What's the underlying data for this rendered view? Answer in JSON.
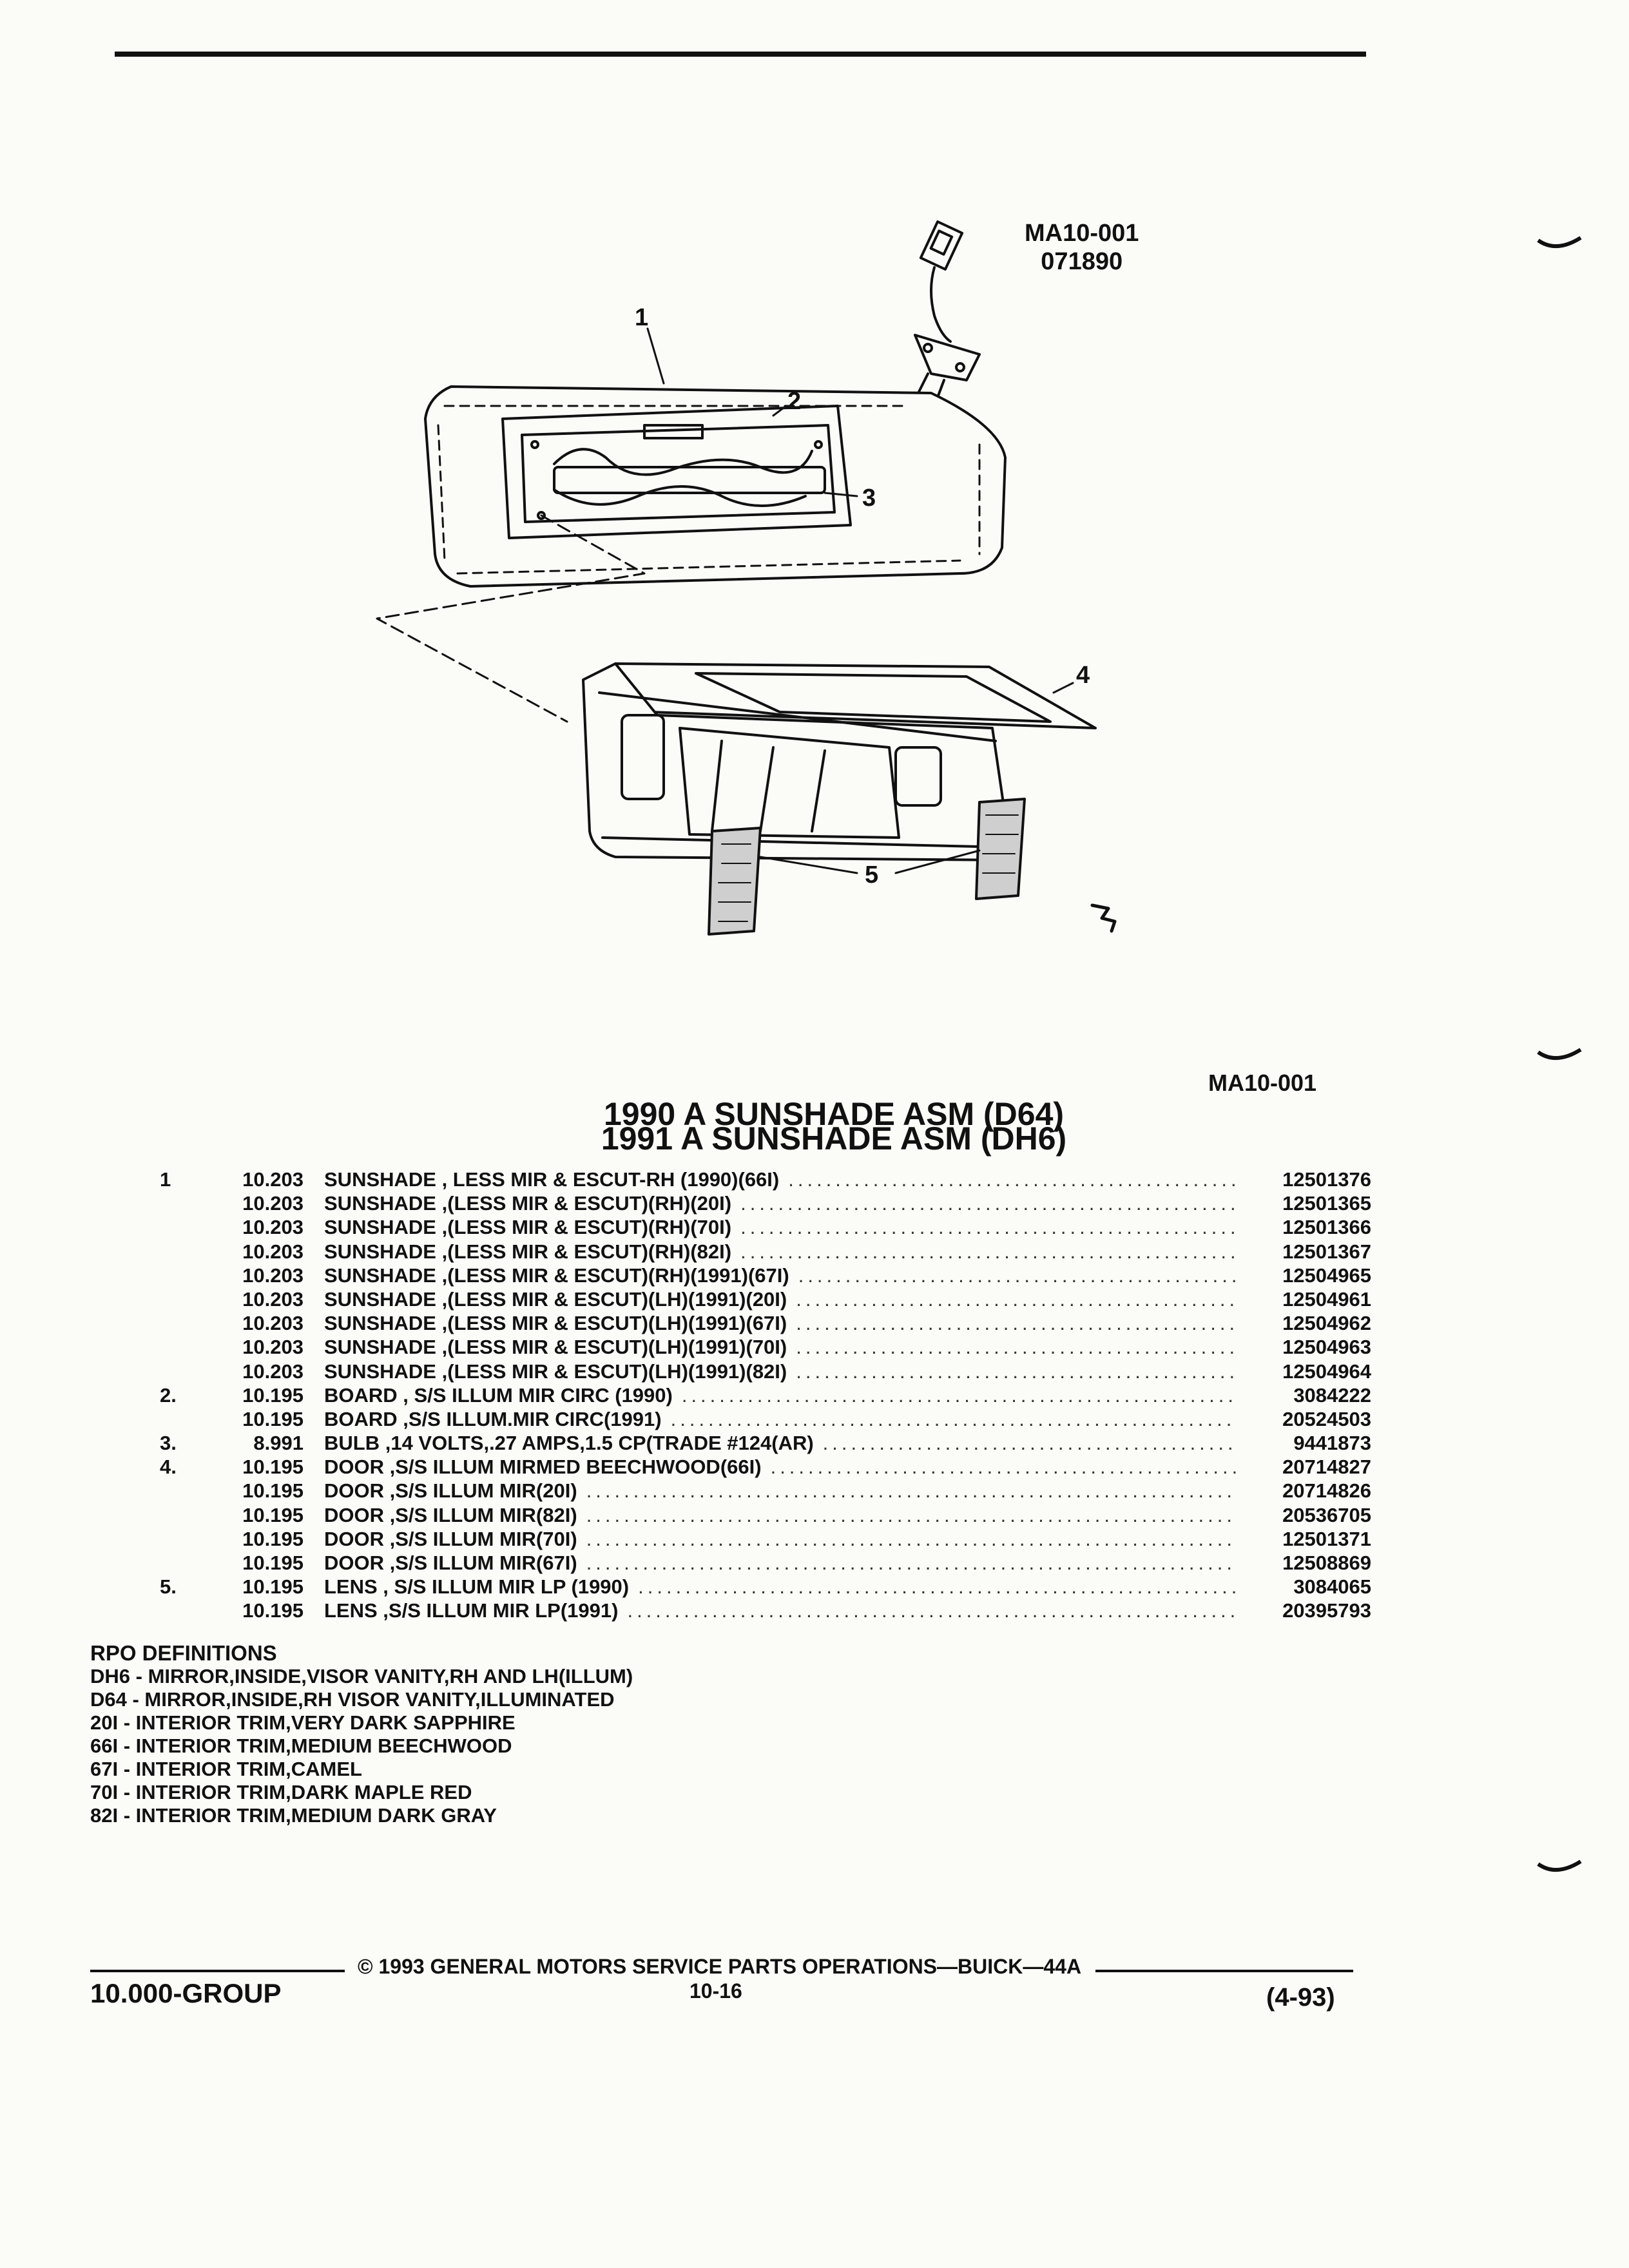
{
  "figure": {
    "code": "MA10-001",
    "date_code": "071890",
    "ref": "MA10-001",
    "callouts": [
      "1",
      "2",
      "3",
      "4",
      "5"
    ]
  },
  "titles": [
    "1990 A SUNSHADE ASM (D64)",
    "1991 A SUNSHADE ASM (DH6)"
  ],
  "parts": [
    {
      "item": "1",
      "group": "10.203",
      "desc": "SUNSHADE , LESS MIR & ESCUT-RH (1990)(66I)",
      "pn": "12501376"
    },
    {
      "item": "",
      "group": "10.203",
      "desc": "SUNSHADE ,(LESS MIR & ESCUT)(RH)(20I)",
      "pn": "12501365"
    },
    {
      "item": "",
      "group": "10.203",
      "desc": "SUNSHADE ,(LESS MIR & ESCUT)(RH)(70I)",
      "pn": "12501366"
    },
    {
      "item": "",
      "group": "10.203",
      "desc": "SUNSHADE ,(LESS MIR & ESCUT)(RH)(82I)",
      "pn": "12501367"
    },
    {
      "item": "",
      "group": "10.203",
      "desc": "SUNSHADE ,(LESS MIR & ESCUT)(RH)(1991)(67I)",
      "pn": "12504965"
    },
    {
      "item": "",
      "group": "10.203",
      "desc": "SUNSHADE ,(LESS MIR & ESCUT)(LH)(1991)(20I)",
      "pn": "12504961"
    },
    {
      "item": "",
      "group": "10.203",
      "desc": "SUNSHADE ,(LESS MIR & ESCUT)(LH)(1991)(67I)",
      "pn": "12504962"
    },
    {
      "item": "",
      "group": "10.203",
      "desc": "SUNSHADE ,(LESS MIR & ESCUT)(LH)(1991)(70I)",
      "pn": "12504963"
    },
    {
      "item": "",
      "group": "10.203",
      "desc": "SUNSHADE ,(LESS MIR & ESCUT)(LH)(1991)(82I)",
      "pn": "12504964"
    },
    {
      "item": "2.",
      "group": "10.195",
      "desc": "BOARD , S/S ILLUM MIR CIRC (1990)",
      "pn": "3084222"
    },
    {
      "item": "",
      "group": "10.195",
      "desc": "BOARD ,S/S ILLUM.MIR CIRC(1991)",
      "pn": "20524503"
    },
    {
      "item": "3.",
      "group": "8.991",
      "desc": "BULB ,14 VOLTS,.27 AMPS,1.5 CP(TRADE #124(AR)",
      "pn": "9441873"
    },
    {
      "item": "4.",
      "group": "10.195",
      "desc": "DOOR ,S/S ILLUM MIRMED BEECHWOOD(66I)",
      "pn": "20714827"
    },
    {
      "item": "",
      "group": "10.195",
      "desc": "DOOR ,S/S ILLUM MIR(20I)",
      "pn": "20714826"
    },
    {
      "item": "",
      "group": "10.195",
      "desc": "DOOR ,S/S ILLUM MIR(82I)",
      "pn": "20536705"
    },
    {
      "item": "",
      "group": "10.195",
      "desc": "DOOR ,S/S ILLUM MIR(70I)",
      "pn": "12501371"
    },
    {
      "item": "",
      "group": "10.195",
      "desc": "DOOR ,S/S ILLUM MIR(67I)",
      "pn": "12508869"
    },
    {
      "item": "5.",
      "group": "10.195",
      "desc": "LENS , S/S ILLUM MIR LP (1990)",
      "pn": "3084065"
    },
    {
      "item": "",
      "group": "10.195",
      "desc": "LENS ,S/S ILLUM MIR LP(1991)",
      "pn": "20395793"
    }
  ],
  "rpo": {
    "title": "RPO DEFINITIONS",
    "lines": [
      "DH6 - MIRROR,INSIDE,VISOR VANITY,RH AND LH(ILLUM)",
      "D64 - MIRROR,INSIDE,RH VISOR VANITY,ILLUMINATED",
      "20I - INTERIOR TRIM,VERY DARK SAPPHIRE",
      "66I - INTERIOR TRIM,MEDIUM BEECHWOOD",
      "67I - INTERIOR TRIM,CAMEL",
      "70I - INTERIOR TRIM,DARK MAPLE RED",
      "82I - INTERIOR TRIM,MEDIUM DARK GRAY"
    ]
  },
  "footer": {
    "copyright": "© 1993 GENERAL MOTORS SERVICE PARTS OPERATIONS—BUICK—44A",
    "group": "10.000-GROUP",
    "page": "10-16",
    "date": "(4-93)"
  }
}
